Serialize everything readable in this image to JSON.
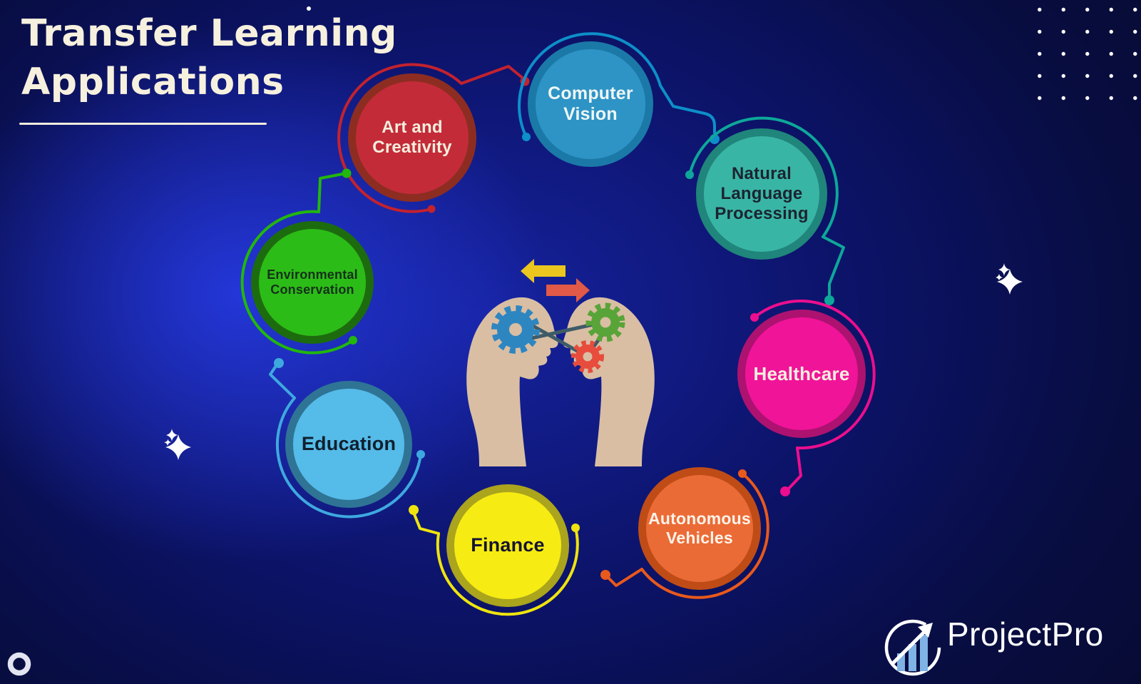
{
  "title": {
    "line1": "Transfer Learning",
    "line2": "Applications"
  },
  "nodes": [
    {
      "label": "Art and Creativity",
      "fill": "#c42b38",
      "ring": "#8d2d22",
      "arc_color": "#c3222e",
      "text_color": "#f4eede"
    },
    {
      "label": "Computer Vision",
      "fill": "#2e94c5",
      "ring": "#1b79a8",
      "arc_color": "#0d8fc9",
      "text_color": "#eef6f6"
    },
    {
      "label": "Natural Language Processing",
      "fill": "#39b5a6",
      "ring": "#20857b",
      "arc_color": "#0ea79a",
      "text_color": "#1c2430"
    },
    {
      "label": "Healthcare",
      "fill": "#f01499",
      "ring": "#ad1270",
      "arc_color": "#ec0e8e",
      "text_color": "#f6eede"
    },
    {
      "label": "Autonomous Vehicles",
      "fill": "#eb6b36",
      "ring": "#bf4c16",
      "arc_color": "#e8591c",
      "text_color": "#fdf3ea"
    },
    {
      "label": "Finance",
      "fill": "#f6ec13",
      "ring": "#aba41d",
      "arc_color": "#efe40e",
      "text_color": "#141432"
    },
    {
      "label": "Education",
      "fill": "#55bbe9",
      "ring": "#2f7495",
      "arc_color": "#3ea9df",
      "text_color": "#10202e"
    },
    {
      "label": "Environmental Conservation",
      "fill": "#2cbc17",
      "ring": "#1d6b0f",
      "arc_color": "#22b70d",
      "text_color": "#14301a"
    }
  ],
  "center_icon": {
    "name": "knowledge-transfer-heads-icon",
    "head_color": "#d9bea3",
    "arrow_left_color": "#eac61e",
    "arrow_right_color": "#e05a47",
    "gear_blue": "#2e86c1",
    "gear_green": "#58a438",
    "gear_red": "#e74c3c",
    "link_color": "#3f5b68"
  },
  "logo": {
    "text": "ProjectPro",
    "bar_color": "#7fb2e5",
    "mark_color": "#ffffff"
  },
  "decorations": {
    "dots_grid": "5 x 5 white dots, top right",
    "sparkles": "two white sparkle clusters",
    "ring": "white ring, bottom left",
    "title_color": "#f6f0de"
  }
}
